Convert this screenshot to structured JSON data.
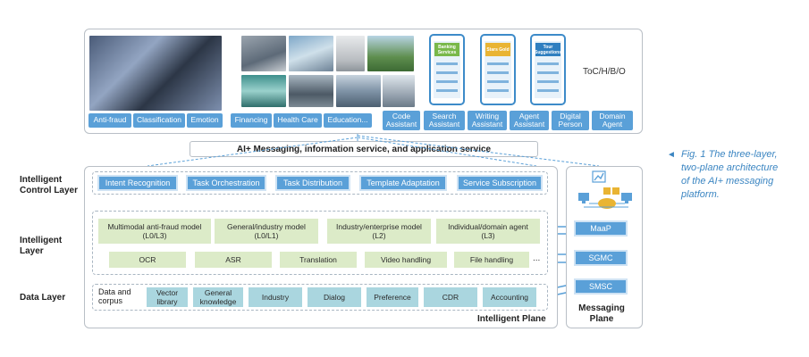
{
  "top": {
    "tcb_label": "ToC/H/B/O",
    "apps": [
      "Anti-fraud",
      "Classification",
      "Emotion",
      "Financing",
      "Health Care",
      "Education...",
      "Code\nAssistant",
      "Search\nAssistant",
      "Writing\nAssistant",
      "Agent\nAssistant",
      "Digital\nPerson",
      "Domain\nAgent"
    ],
    "phones": [
      "Banking\nServices",
      "Stars Gold",
      "Tour\nSuggestions"
    ]
  },
  "service_bar": "AI+ Messaging, information service, and application service",
  "layers": {
    "control": "Intelligent\nControl Layer",
    "intelligent": "Intelligent\nLayer",
    "data": "Data Layer"
  },
  "control_items": [
    "Intent Recognition",
    "Task Orchestration",
    "Task Distribution",
    "Template Adaptation",
    "Service Subscription"
  ],
  "models": [
    "Multimodal anti-fraud model\n(L0/L3)",
    "General/industry model\n(L0/L1)",
    "Industry/enterprise model\n(L2)",
    "Individual/domain agent\n(L3)"
  ],
  "capabilities": [
    "OCR",
    "ASR",
    "Translation",
    "Video handling",
    "File handling"
  ],
  "ellipsis": "...",
  "data_label": "Data and\ncorpus",
  "data_items": [
    "Vector\nlibrary",
    "General\nknowledge",
    "Industry",
    "Dialog",
    "Preference",
    "CDR",
    "Accounting"
  ],
  "intelligent_plane": "Intelligent Plane",
  "messaging": {
    "items": [
      "MaaP",
      "SGMC",
      "SMSC"
    ],
    "label": "Messaging\nPlane"
  },
  "caption": {
    "marker": "◄",
    "text": "Fig. 1 The three-layer,\ntwo-plane architecture\nof the AI+ messaging\nplatform."
  },
  "colors": {
    "accent_blue": "#5aa0d8",
    "model_green": "#dcebc8",
    "data_teal": "#aad6df",
    "caption_blue": "#3c86c2"
  }
}
